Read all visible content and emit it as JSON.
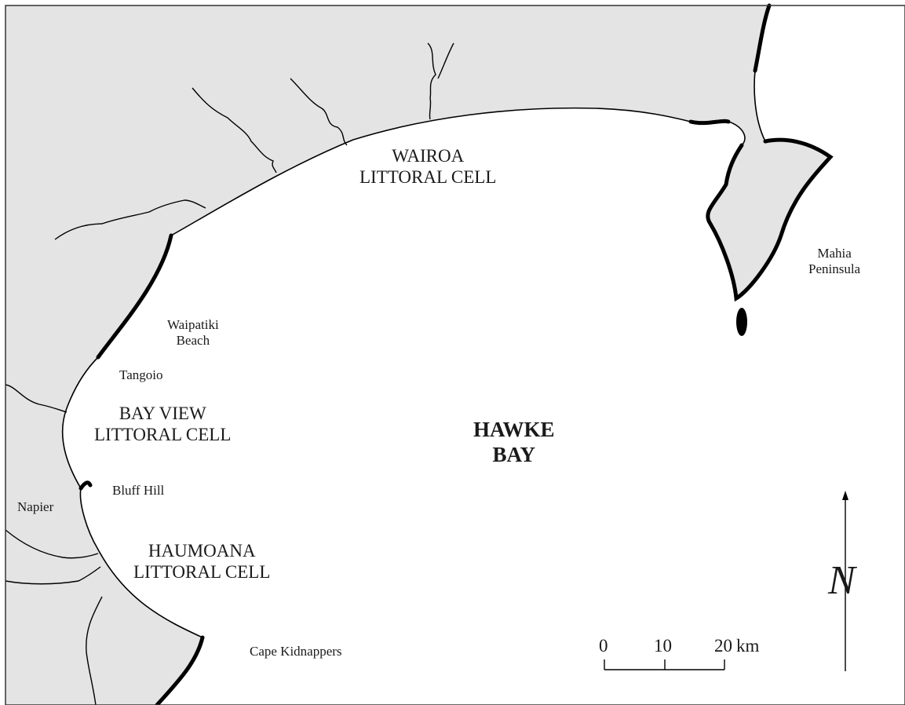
{
  "colors": {
    "land": "#e4e4e4",
    "sea": "#ffffff",
    "coast": "#000000",
    "frame": "#333333"
  },
  "labels": {
    "wairoa_cell": [
      "WAIROA",
      "LITTORAL CELL"
    ],
    "bayview_cell": [
      "BAY VIEW",
      "LITTORAL CELL"
    ],
    "haumoana_cell": [
      "HAUMOANA",
      "LITTORAL CELL"
    ],
    "hawke_bay": [
      "HAWKE",
      "BAY"
    ],
    "mahia": [
      "Mahia",
      "Peninsula"
    ],
    "waipatiki": [
      "Waipatiki",
      "Beach"
    ],
    "tangoio": "Tangoio",
    "bluff_hill": "Bluff Hill",
    "napier": "Napier",
    "cape_kidnappers": "Cape Kidnappers"
  },
  "scale_bar": {
    "ticks": [
      "0",
      "10",
      "20"
    ],
    "unit": "km"
  },
  "north_arrow": {
    "letter": "N"
  }
}
